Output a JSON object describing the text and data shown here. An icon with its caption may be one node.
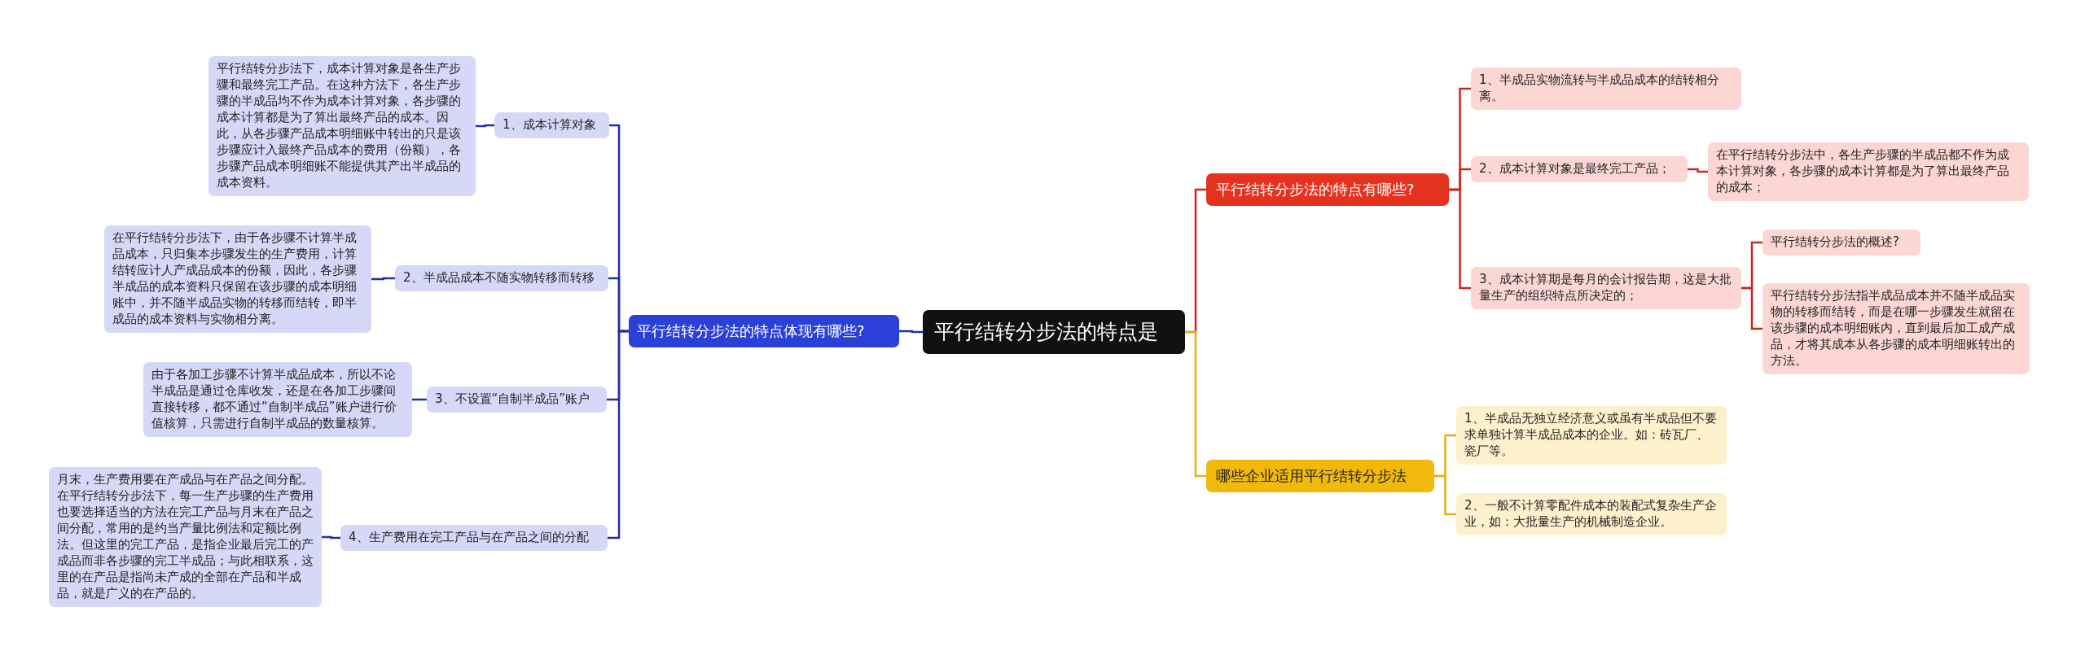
{
  "diagram": {
    "nodes": [
      {
        "text": [
          "平行结转分步法的特点是"
        ]
      },
      {
        "text": [
          "平行结转分步法的特点体现有哪些?"
        ]
      },
      {
        "text": [
          "1、成本计算对象"
        ]
      },
      {
        "text": [
          "平行结转分步法下，成本计算对象是各生产步骤和最终完工产品。在这种方法下，各生产步骤的半成品均不作为成本计算对象，各步骤的成本计算都是为了算出最终产品的成本。因此，从各步骤产品成本明细账中转出的只是该步骤应计入最终产品成本的费用（份额），各步骤产品成本明细账不能提供其产出半成品的成本资料。"
        ]
      },
      {
        "text": [
          "2、半成品成本不随实物转移而转移"
        ]
      },
      {
        "text": [
          "在平行结转分步法下，由于各步骤不计算半成品成本，只归集本步骤发生的生产费用，计算结转应计人产成品成本的份额，因此，各步骤半成品的成本资料只保留在该步骤的成本明细账中，并不随半成品实物的转移而结转，即半成品的成本资料与实物相分离。"
        ]
      },
      {
        "text": [
          "3、不设置“自制半成品”账户"
        ]
      },
      {
        "text": [
          "由于各加工步骤不计算半成品成本，所以不论半成品是通过仓库收发，还是在各加工步骤间直接转移，都不通过“自制半成品”账户进行价值核算，只需进行自制半成品的数量核算。"
        ]
      },
      {
        "text": [
          "4、生产费用在完工产品与在产品之间的分配"
        ]
      },
      {
        "text": [
          "月末，生产费用要在产成品与在产品之间分配。在平行结转分步法下，每一生产步骤的生产费用也要选择适当的方法在完工产品与月末在产品之间分配，常用的是约当产量比例法和定额比例法。但这里的完工产品，是指企业最后完工的产成品而非各步骤的完工半成品；与此相联系，这里的在产品是指尚未产成的全部在产品和半成品，就是广义的在产品的。"
        ]
      },
      {
        "text": [
          "平行结转分步法的特点有哪些?"
        ]
      },
      {
        "text": [
          "1、半成品实物流转与半成品成本的结转相分离。"
        ]
      },
      {
        "text": [
          "2、成本计算对象是最终完工产品；"
        ]
      },
      {
        "text": [
          "在平行结转分步法中，各生产步骤的半成品都不作为成本计算对象，各步骤的成本计算都是为了算出最终产品的成本；"
        ]
      },
      {
        "text": [
          "3、成本计算期是每月的会计报告期，这是大批量生产的组织特点所决定的；"
        ]
      },
      {
        "text": [
          "平行结转分步法的概述?"
        ]
      },
      {
        "text": [
          "平行结转分步法指半成品成本并不随半成品实物的转移而结转，而是在哪一步骤发生就留在该步骤的成本明细账内，直到最后加工成产成品，才将其成本从各步骤的成本明细账转出的方法。"
        ]
      },
      {
        "text": [
          "哪些企业适用平行结转分步法"
        ]
      },
      {
        "text": [
          "1、半成品无独立经济意义或虽有半成品但不要求单独计算半成品成本的企业。如：砖瓦厂、瓷厂等。"
        ]
      },
      {
        "text": [
          "2、一般不计算零配件成本的装配式复杂生产企业，如：大批量生产的机械制造企业。"
        ]
      }
    ],
    "edges": [
      {
        "from": 0,
        "to": 1,
        "arrow": "none"
      },
      {
        "from": 1,
        "to": 2,
        "arrow": "none"
      },
      {
        "from": 2,
        "to": 3,
        "arrow": "none"
      },
      {
        "from": 1,
        "to": 4,
        "arrow": "none"
      },
      {
        "from": 4,
        "to": 5,
        "arrow": "none"
      },
      {
        "from": 1,
        "to": 6,
        "arrow": "none"
      },
      {
        "from": 6,
        "to": 7,
        "arrow": "none"
      },
      {
        "from": 1,
        "to": 8,
        "arrow": "none"
      },
      {
        "from": 8,
        "to": 9,
        "arrow": "none"
      },
      {
        "from": 0,
        "to": 10,
        "arrow": "none",
        "color": "#c62a1e"
      },
      {
        "from": 10,
        "to": 11,
        "arrow": "none",
        "color": "#c62a1e"
      },
      {
        "from": 10,
        "to": 12,
        "arrow": "none",
        "color": "#c62a1e"
      },
      {
        "from": 12,
        "to": 13,
        "arrow": "none",
        "color": "#c62a1e"
      },
      {
        "from": 10,
        "to": 14,
        "arrow": "none",
        "color": "#c62a1e"
      },
      {
        "from": 14,
        "to": 15,
        "arrow": "none",
        "color": "#c62a1e"
      },
      {
        "from": 14,
        "to": 16,
        "arrow": "none",
        "color": "#c62a1e"
      },
      {
        "from": 0,
        "to": 17,
        "arrow": "none",
        "color": "#e6b012"
      },
      {
        "from": 17,
        "to": 18,
        "arrow": "none",
        "color": "#e6b012"
      },
      {
        "from": 17,
        "to": 19,
        "arrow": "none",
        "color": "#e6b012"
      }
    ]
  }
}
